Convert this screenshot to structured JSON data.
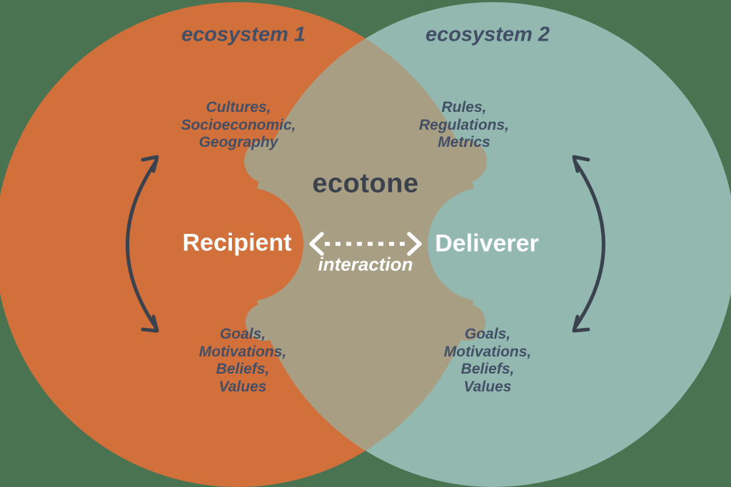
{
  "colors": {
    "background": "#4a7351",
    "ecosystem1_fill": "#d1703a",
    "ecosystem2_fill": "#92b8b0",
    "ecotone_fill": "#a79e84",
    "dark_heading_text": "#3b424d",
    "navy_text": "#434f66",
    "arrow_stroke": "#39424e",
    "white_text": "#ffffff"
  },
  "venn": {
    "ecosystem1": {
      "label": "ecosystem 1",
      "role": "Recipient",
      "traits_top": [
        "Cultures,",
        "Socioeconomic,",
        "Geography"
      ],
      "traits_bottom": [
        "Goals,",
        "Motivations,",
        "Beliefs,",
        "Values"
      ]
    },
    "ecosystem2": {
      "label": "ecosystem 2",
      "role": "Deliverer",
      "traits_top": [
        "Rules,",
        "Regulations,",
        "Metrics"
      ],
      "traits_bottom": [
        "Goals,",
        "Motivations,",
        "Beliefs,",
        "Values"
      ]
    },
    "ecotone": {
      "label": "ecotone"
    },
    "interaction": {
      "label": "interaction"
    }
  }
}
